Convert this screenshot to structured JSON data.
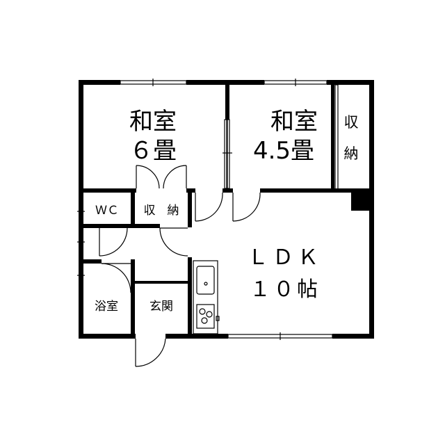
{
  "rooms": {
    "washitsu_6": {
      "line1": "和室",
      "line2": "６畳"
    },
    "washitsu_45": {
      "line1": "和室",
      "line2": "4.5畳"
    },
    "storage_right": {
      "line1": "収",
      "line2": "納"
    },
    "wc": "ＷＣ",
    "storage_mid": "収　納",
    "ldk": {
      "line1": "ＬＤＫ",
      "line2": "１０帖"
    },
    "bath": "浴室",
    "entrance": "玄関"
  }
}
